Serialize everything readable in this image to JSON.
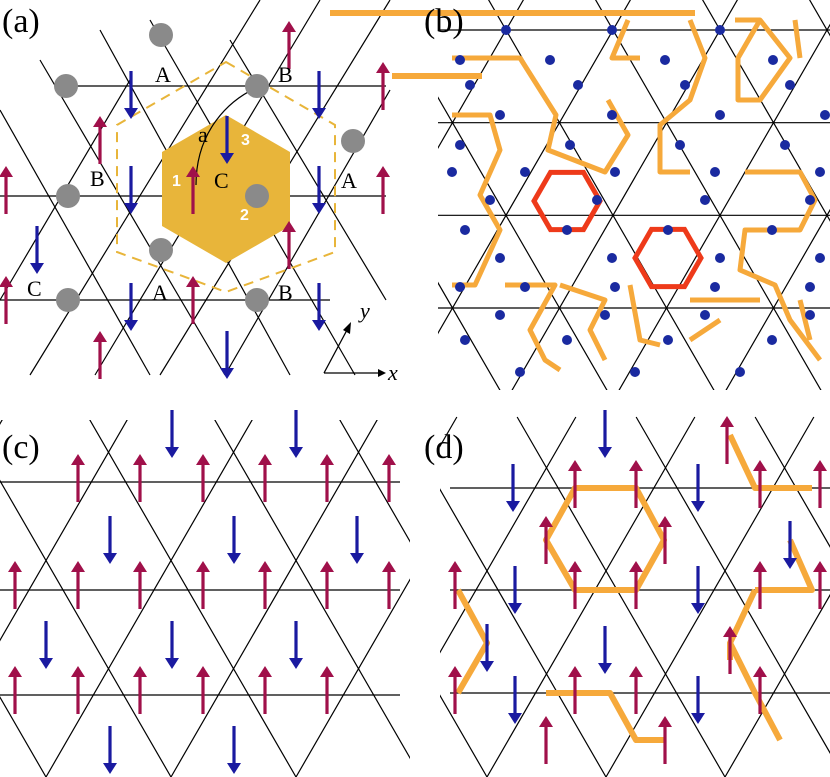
{
  "panels": {
    "a": {
      "label": "(a)"
    },
    "b": {
      "label": "(b)"
    },
    "c": {
      "label": "(c)"
    },
    "d": {
      "label": "(d)"
    }
  },
  "panel_a": {
    "sublattice_labels": [
      "A",
      "B",
      "B",
      "C",
      "A",
      "C",
      "A",
      "B"
    ],
    "bond_number_labels": [
      "1",
      "2",
      "3"
    ],
    "lattice_constant_label": "a",
    "axis_x_label": "x",
    "axis_y_label": "y"
  },
  "colors": {
    "bond": "#000000",
    "spin_up": "#a0104a",
    "spin_down": "#1a1aa0",
    "site_gray": "#8a8a8a",
    "hexagon_fill": "#e8b53a",
    "orange_path": "#f6a93b",
    "red_hexagon": "#ee3a1a",
    "site_dot_b": "#1a2aa0"
  }
}
